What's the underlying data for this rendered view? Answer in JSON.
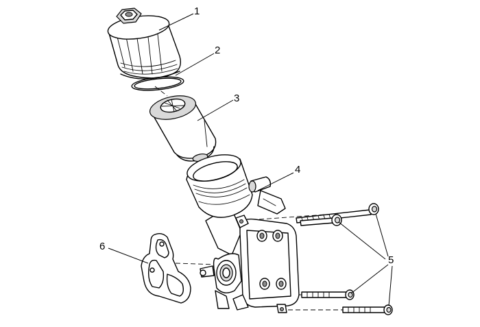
{
  "callouts": {
    "c1": "1",
    "c2": "2",
    "c3": "3",
    "c4": "4",
    "c5": "5",
    "c6": "6"
  },
  "colors": {
    "line": "#000000",
    "shade": "#d9d9d9",
    "background": "#ffffff"
  }
}
